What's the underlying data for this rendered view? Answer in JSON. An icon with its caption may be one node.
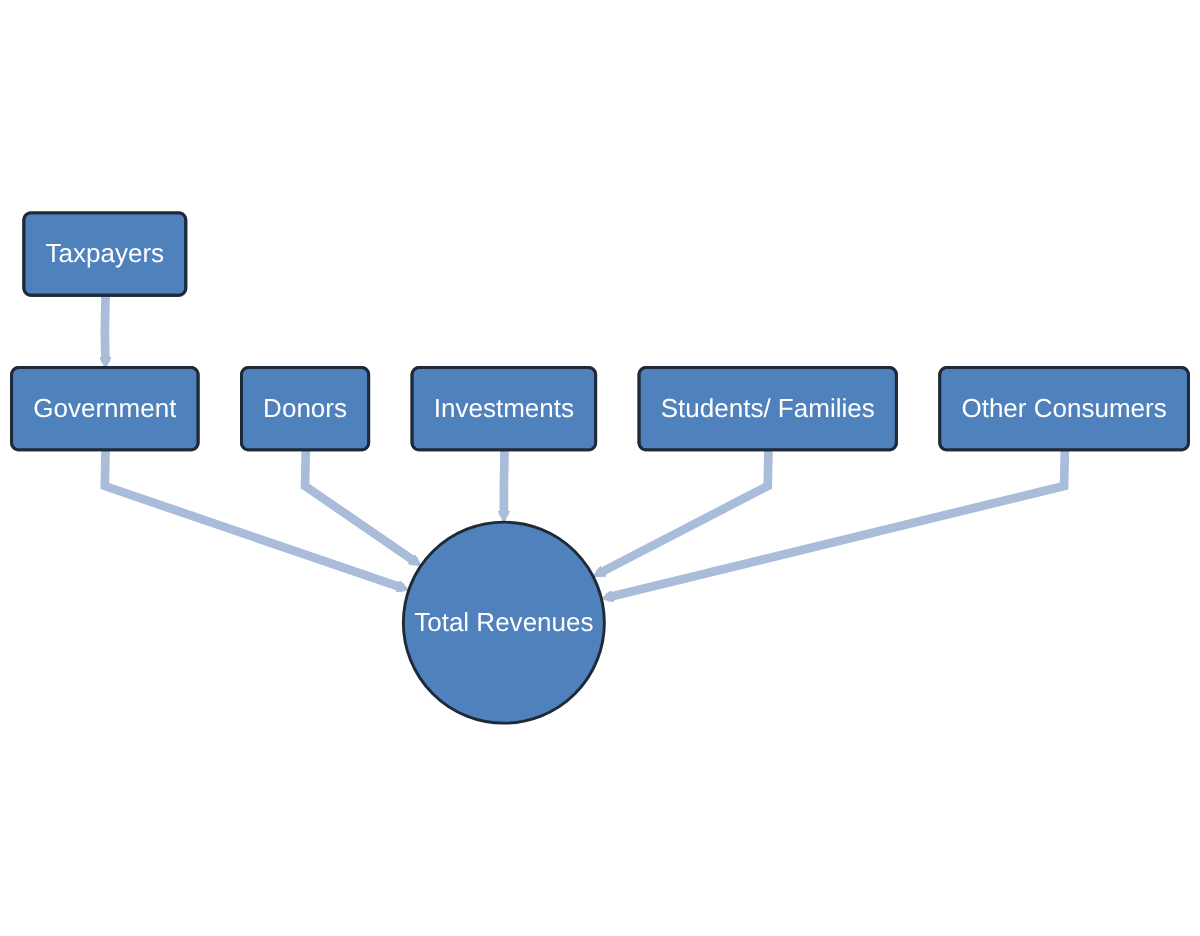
{
  "diagram": {
    "nodes": [
      {
        "text": [
          "Taxpayers"
        ]
      },
      {
        "text": [
          "Government"
        ]
      },
      {
        "text": [
          "Donors"
        ]
      },
      {
        "text": [
          "Investments"
        ]
      },
      {
        "text": [
          "Students/ Families"
        ]
      },
      {
        "text": [
          "Total Revenues"
        ]
      },
      {
        "text": [
          "Other Consumers"
        ]
      }
    ],
    "edges": [
      {
        "from": 0,
        "to": 1,
        "arrow": "to"
      },
      {
        "from": 1,
        "to": 5,
        "arrow": "to"
      },
      {
        "from": 2,
        "to": 5,
        "arrow": "to"
      },
      {
        "from": 3,
        "to": 5,
        "arrow": "to"
      },
      {
        "from": 4,
        "to": 5,
        "arrow": "to"
      },
      {
        "from": 6,
        "to": 5,
        "arrow": "to"
      }
    ]
  }
}
